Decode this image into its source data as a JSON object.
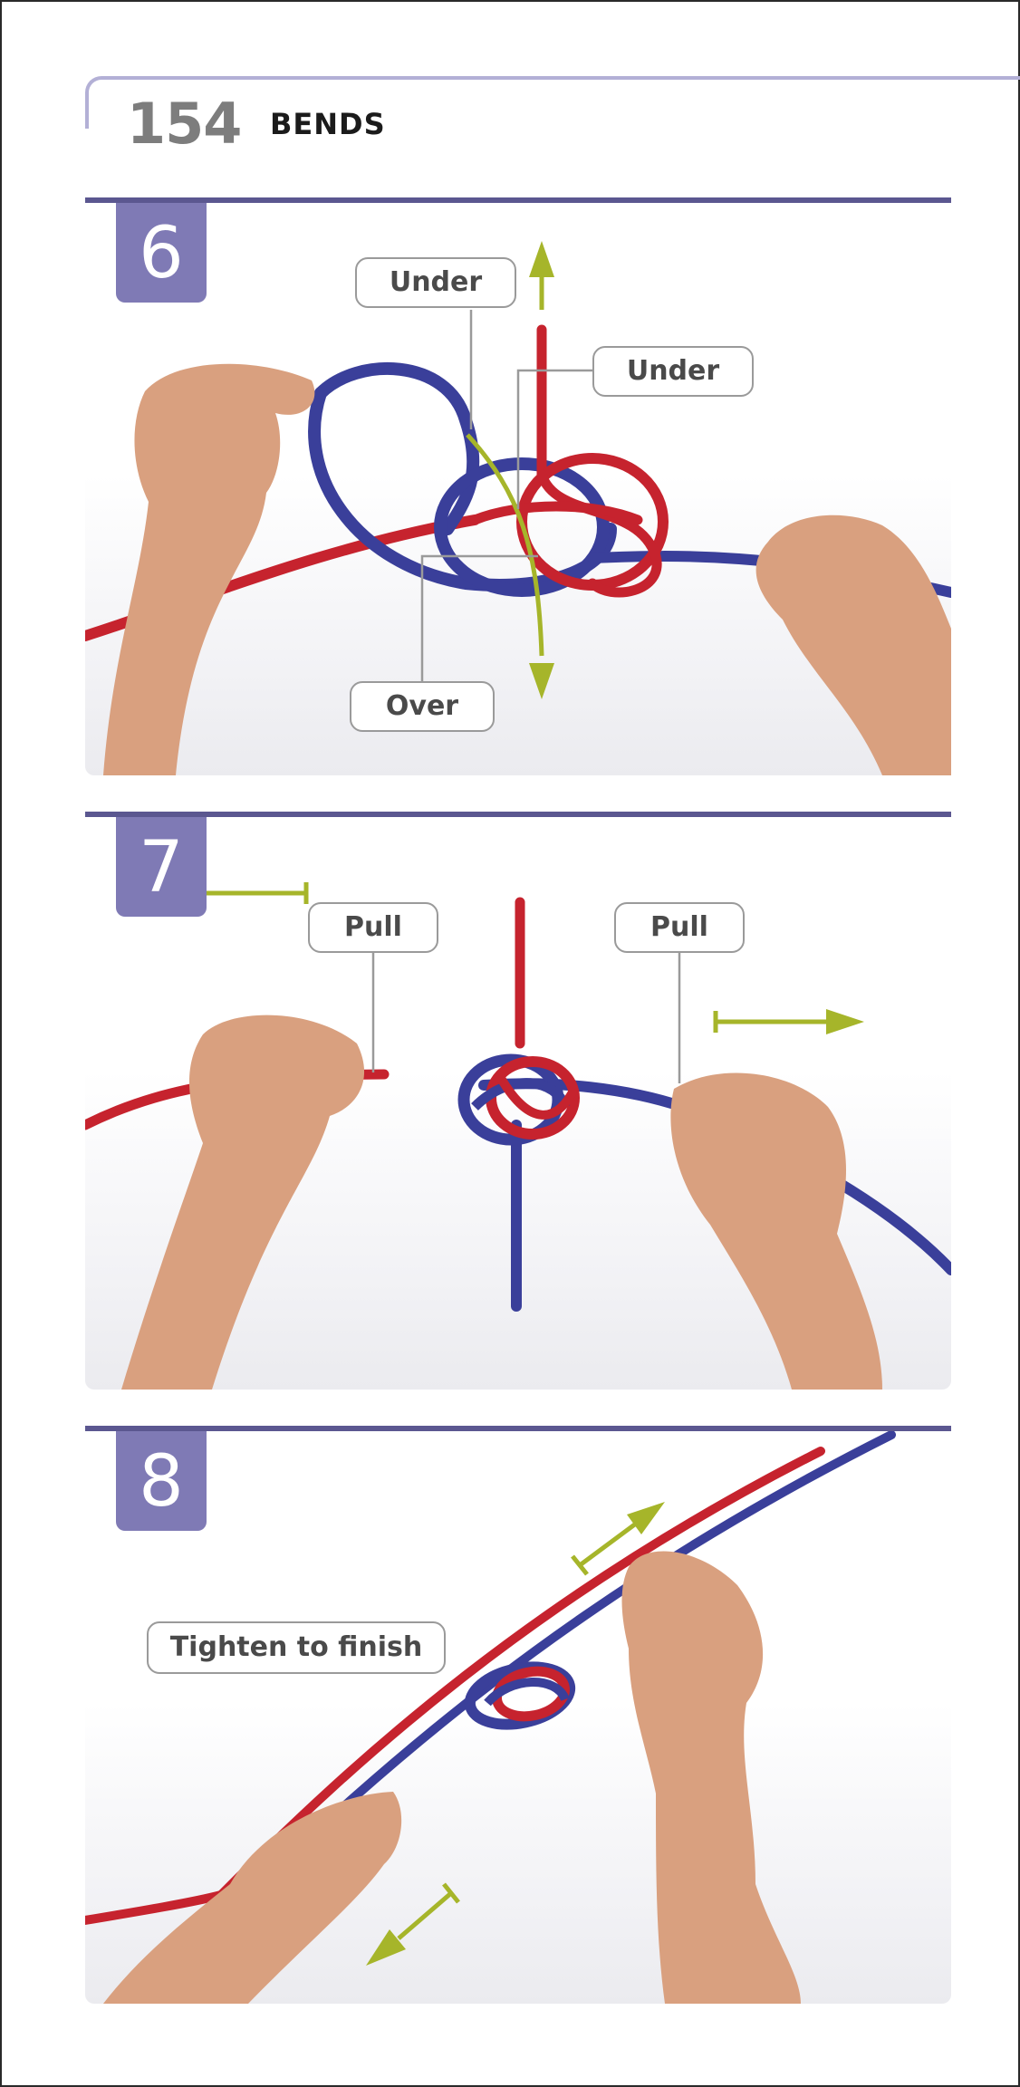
{
  "header": {
    "page_number": "154",
    "section_title": "BENDS"
  },
  "steps": [
    {
      "number": "6",
      "labels": [
        "Under",
        "Under",
        "Over"
      ]
    },
    {
      "number": "7",
      "labels": [
        "Pull",
        "Pull"
      ]
    },
    {
      "number": "8",
      "labels": [
        "Tighten to finish"
      ]
    }
  ],
  "colors": {
    "accent_purple": "#7f7ab5",
    "rule_purple": "#5b5790",
    "arrow_green": "#a6b52a",
    "rope_red": "#c6232e",
    "rope_blue": "#3a3f9a"
  }
}
